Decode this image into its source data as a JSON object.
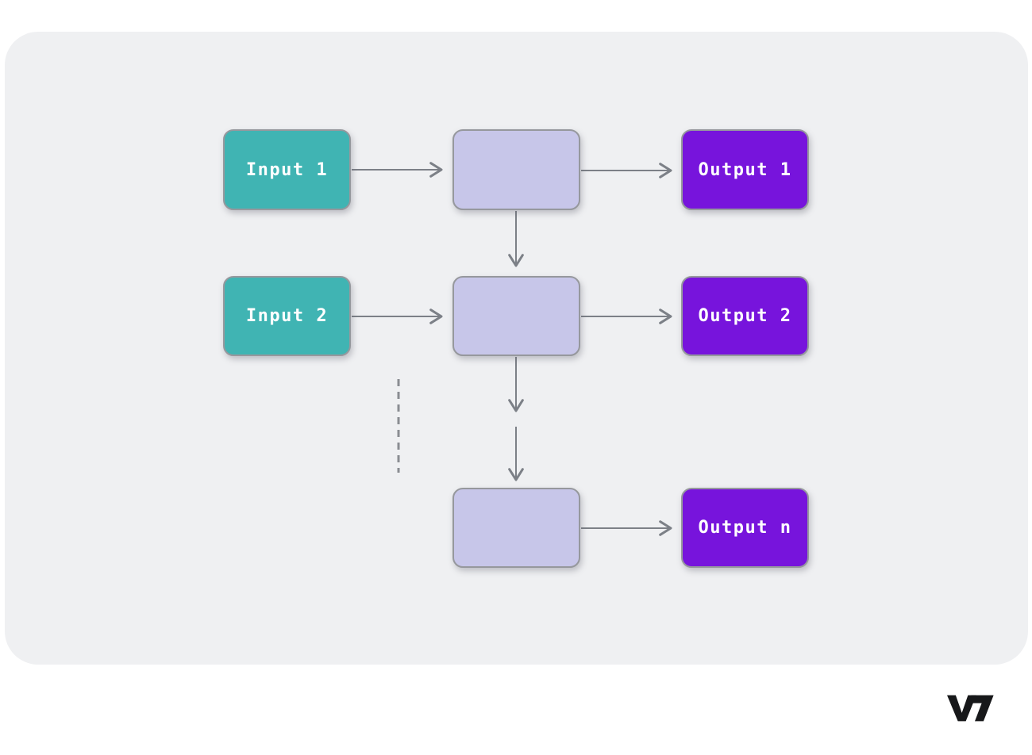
{
  "colors": {
    "canvas_fill": "#eff0f2",
    "input_fill": "#40b4b3",
    "process_fill": "#c7c6e9",
    "output_fill": "#7714dc",
    "node_border": "#96989d",
    "arrow": "#7c8087",
    "dashed_line": "#8a8d92",
    "label_text": "#ffffff",
    "logo": "#17181a"
  },
  "diagram": {
    "type": "flowchart",
    "inputs": [
      {
        "label": "Input 1"
      },
      {
        "label": "Input 2"
      }
    ],
    "processes": [
      {
        "label": ""
      },
      {
        "label": ""
      },
      {
        "label": ""
      }
    ],
    "outputs": [
      {
        "label": "Output 1"
      },
      {
        "label": "Output 2"
      },
      {
        "label": "Output n"
      }
    ],
    "edges": [
      "input-1 -> process-1",
      "process-1 -> output-1",
      "process-1 -> process-2",
      "input-2 -> process-2",
      "process-2 -> output-2",
      "process-2 -> process-3 (ellipsis continuation)",
      "process-3 -> output-n"
    ],
    "ellipsis": "vertical dashed line below input column indicating more inputs"
  },
  "branding": {
    "logo_text": "V7"
  }
}
